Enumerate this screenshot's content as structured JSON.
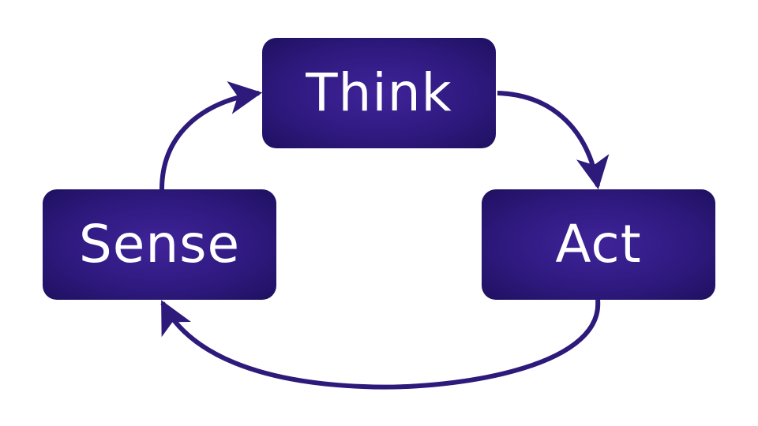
{
  "diagram": {
    "type": "cycle",
    "nodes": [
      {
        "id": "think",
        "label": "Think"
      },
      {
        "id": "sense",
        "label": "Sense"
      },
      {
        "id": "act",
        "label": "Act"
      }
    ],
    "edges": [
      {
        "from": "sense",
        "to": "think"
      },
      {
        "from": "think",
        "to": "act"
      },
      {
        "from": "act",
        "to": "sense"
      }
    ],
    "colors": {
      "node_center": "#3f2399",
      "node_edge": "#1f1060",
      "arrow": "#2e1a7a",
      "text": "#ffffff"
    }
  }
}
